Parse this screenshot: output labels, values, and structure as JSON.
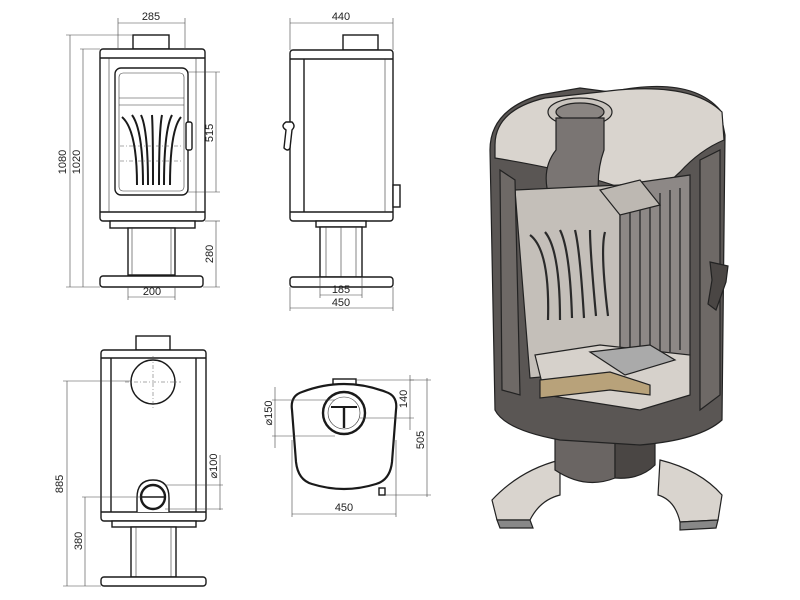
{
  "drawing": {
    "front_view": {
      "width_top": "285",
      "height_total": "1080",
      "height_body": "1020",
      "door_height": "515",
      "pedestal_height": "280",
      "pedestal_width": "200"
    },
    "side_view": {
      "depth": "440",
      "pedestal_depth": "185",
      "base_depth": "450"
    },
    "rear_view": {
      "flue_height": "885",
      "air_inlet_height": "380",
      "air_inlet_diameter": "⌀100"
    },
    "top_view": {
      "flue_diameter": "⌀150",
      "flue_offset": "140",
      "depth": "505",
      "width": "450"
    }
  },
  "colors": {
    "line": "#1a1a1a",
    "cutaway_body": "#5a5654",
    "cutaway_light": "#d9d4ce",
    "cutaway_accent": "#b8a27a"
  }
}
